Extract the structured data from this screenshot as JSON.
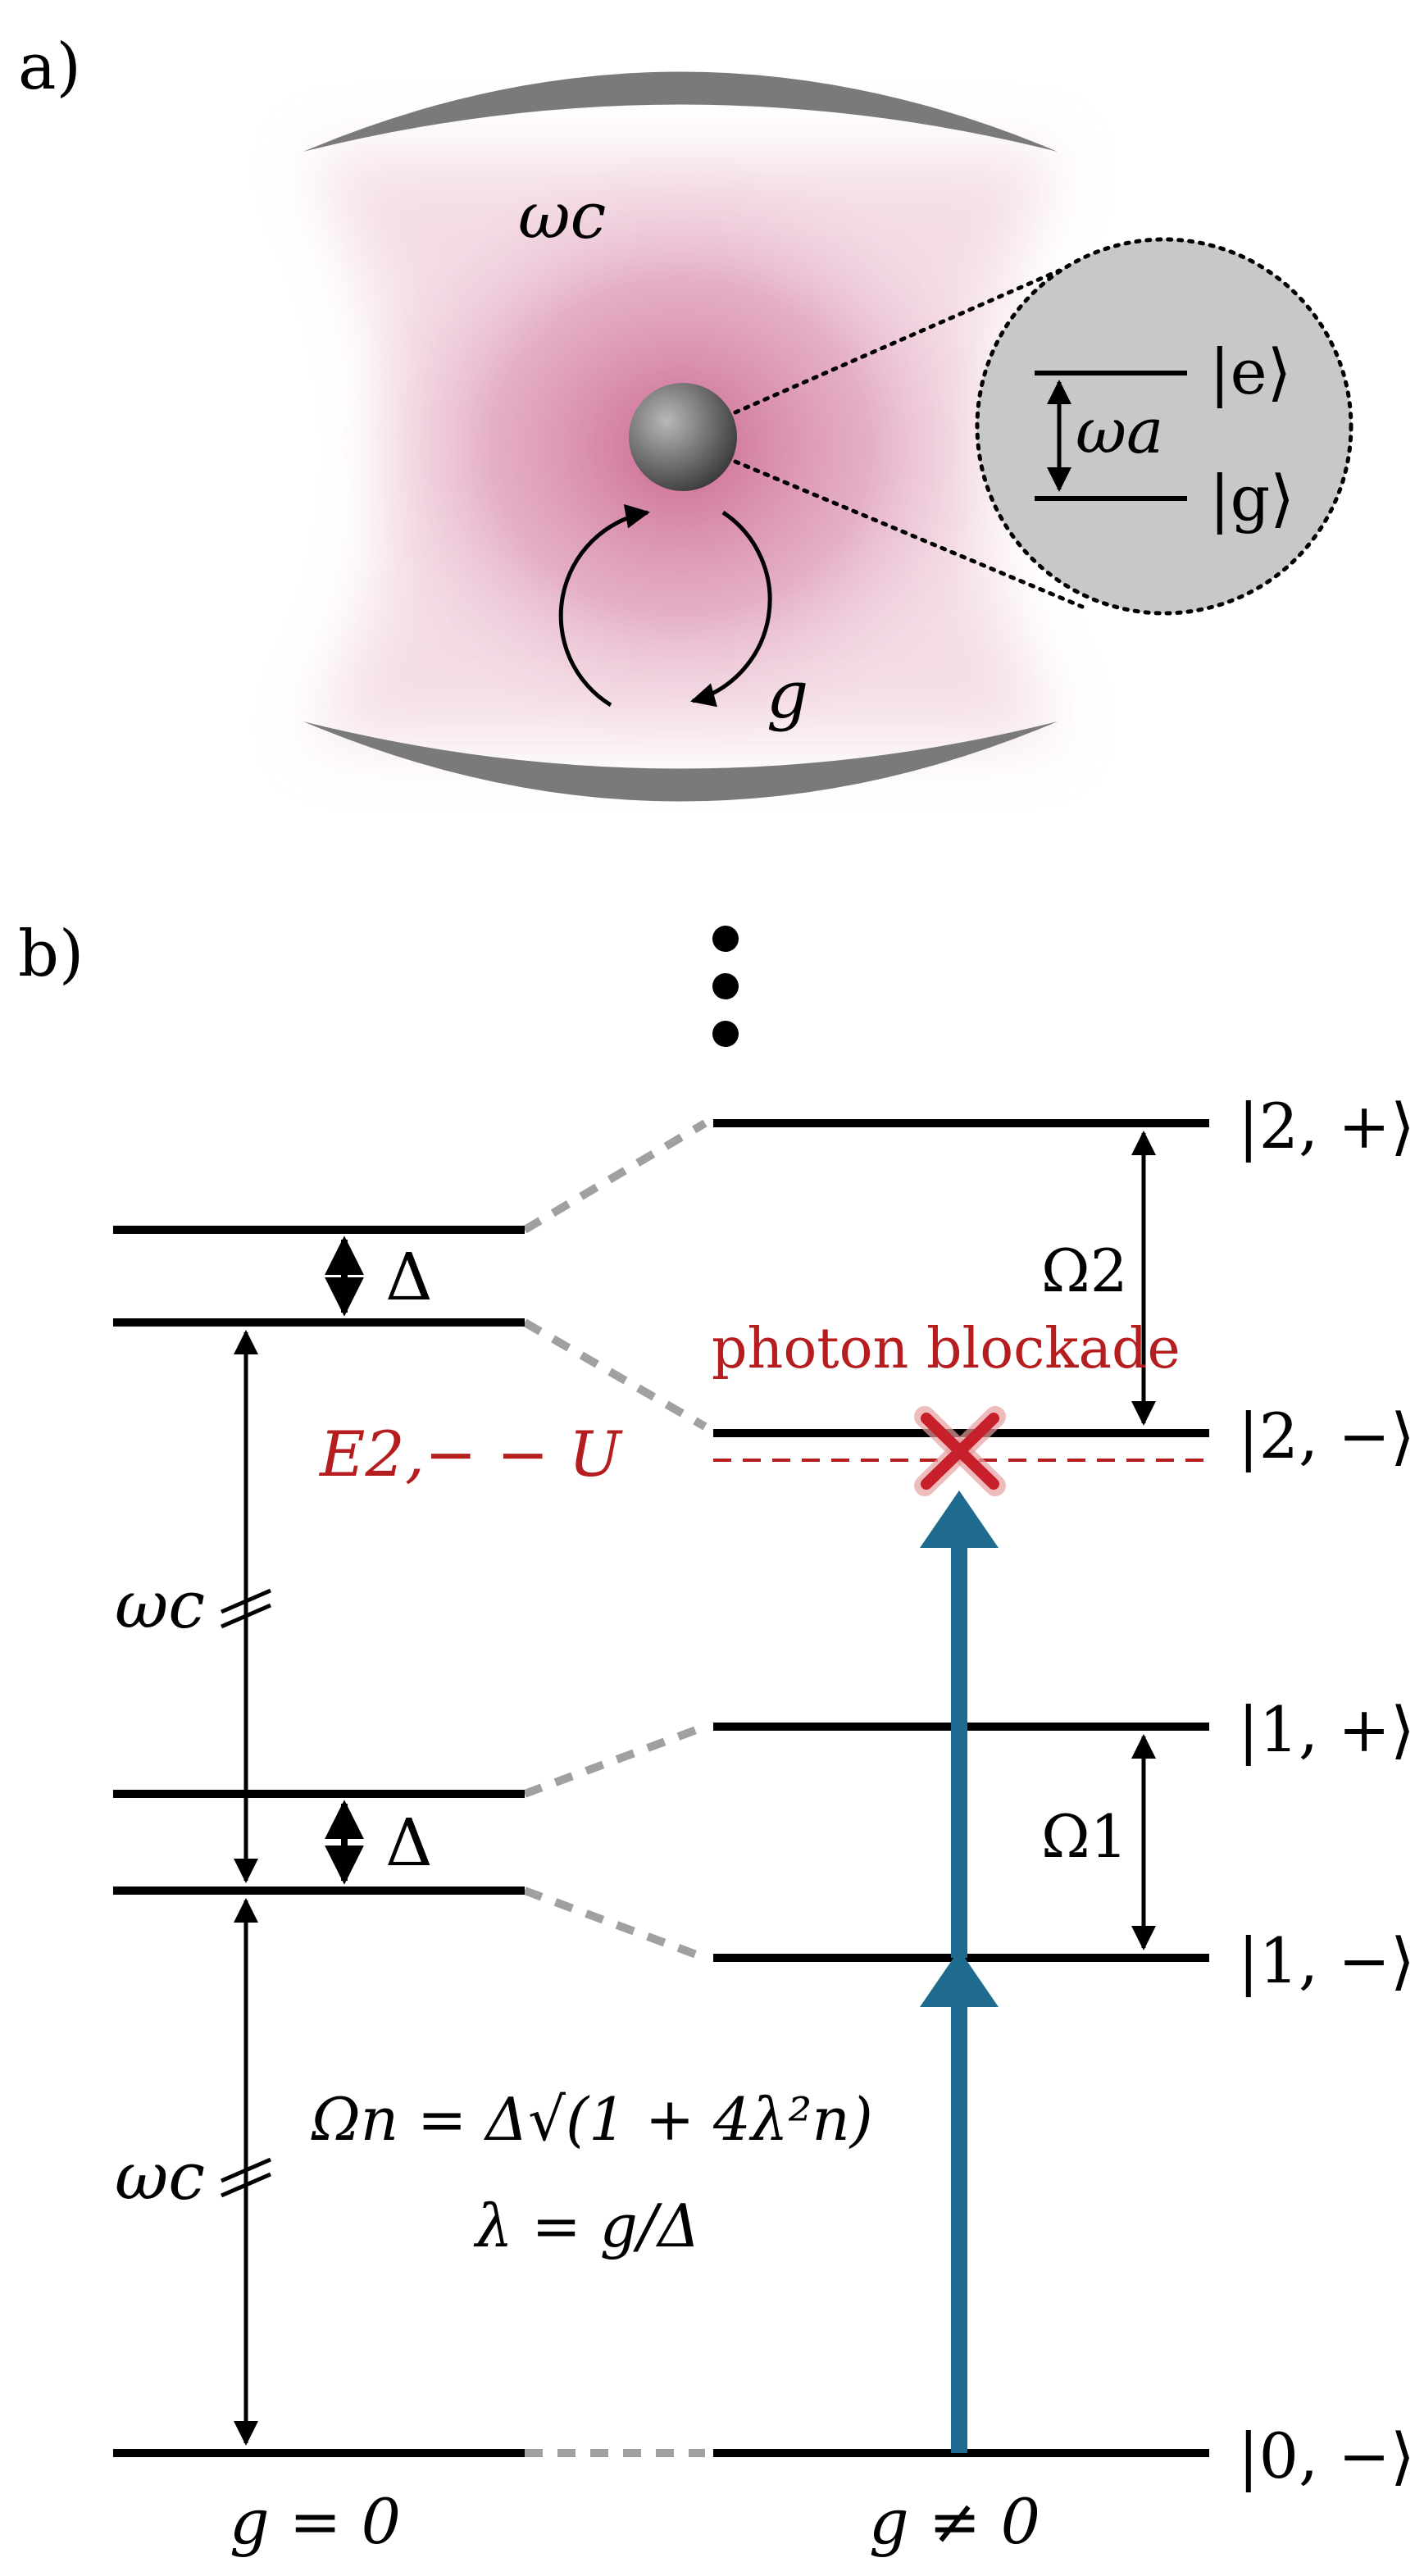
{
  "panel_a": {
    "label": "a)",
    "cavity_freq": "ωc",
    "coupling": "g",
    "atom_freq": "ωa",
    "excited_state": "|e⟩",
    "ground_state": "|g⟩"
  },
  "panel_b": {
    "label": "b)",
    "ellipsis": "⋮",
    "left_delta_upper": "Δ",
    "left_delta_lower": "Δ",
    "left_omega_c_upper": "ωc",
    "left_omega_c_lower": "ωc",
    "left_caption": "g = 0",
    "right_caption": "g ≠ 0",
    "level_labels": {
      "s2p": "|2, +⟩",
      "s2m": "|2, −⟩",
      "s1p": "|1, +⟩",
      "s1m": "|1, −⟩",
      "s0m": "|0, −⟩"
    },
    "omega2": "Ω2",
    "omega1": "Ω1",
    "blockade_label": "photon blockade",
    "blockade_energy": "E2,− − U",
    "formula_omega": "Ωn = Δ√(1 + 4λ²n)",
    "formula_lambda": "λ = g/Δ"
  },
  "colors": {
    "cavity_glow": "#c9628c",
    "mirror": "#7a7a7a",
    "blockade_red": "#b51d1f",
    "transition_blue": "#1f6a8f",
    "connector_gray": "#a0a0a0"
  }
}
